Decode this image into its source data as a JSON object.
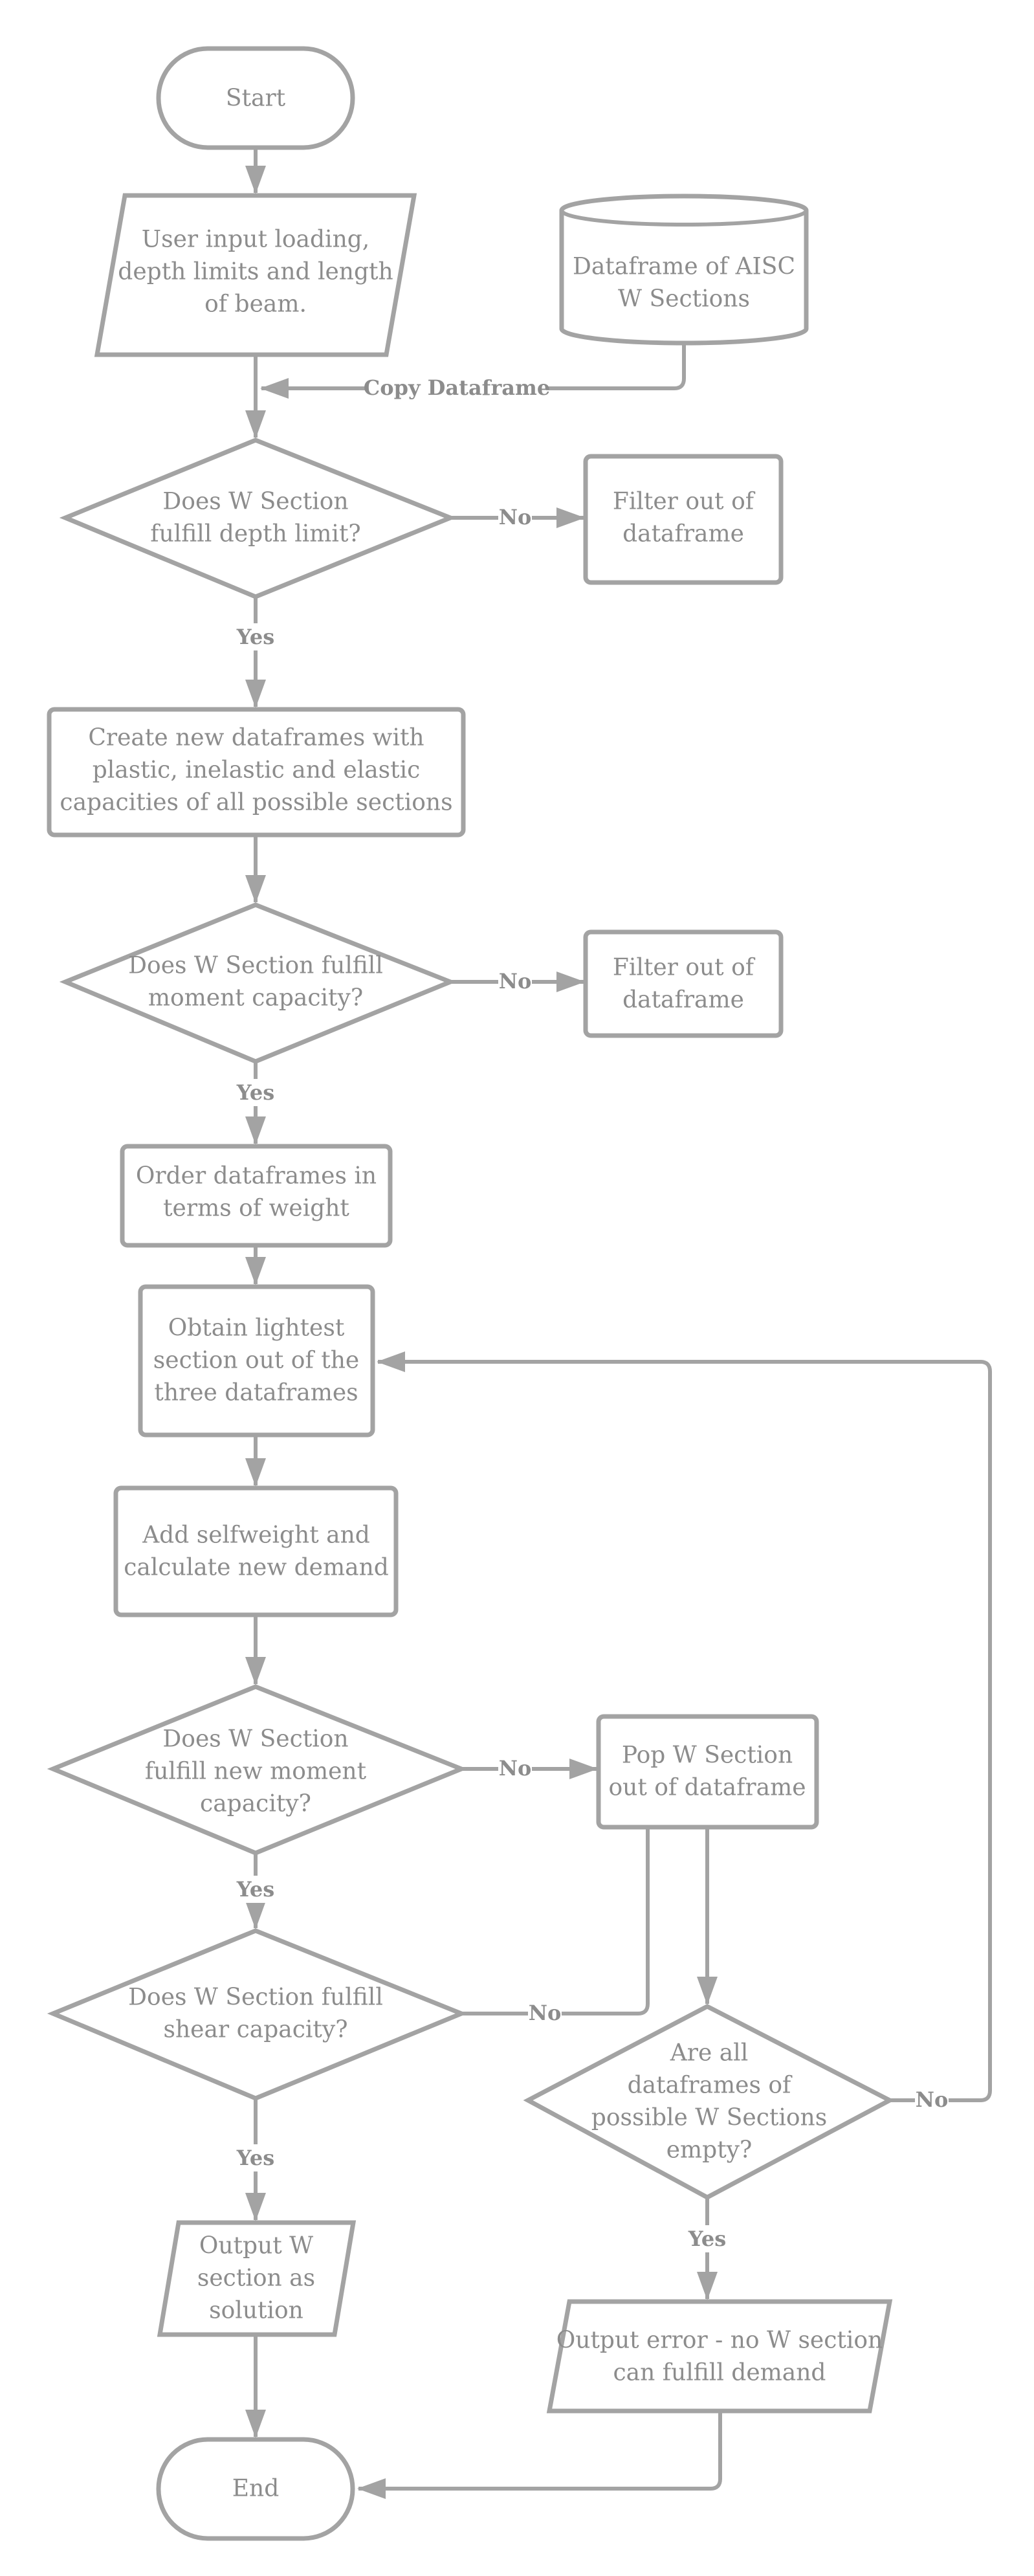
{
  "nodes": {
    "start": [
      "Start"
    ],
    "user_input": [
      "User input loading,",
      "depth limits and length",
      "of beam."
    ],
    "aisc_db": [
      "Dataframe of AISC",
      "W Sections"
    ],
    "depth_decision": [
      "Does W Section",
      "fulfill depth limit?"
    ],
    "filter_depth": [
      "Filter out of",
      "dataframe"
    ],
    "create_dataframes": [
      "Create new dataframes with",
      "plastic, inelastic and elastic",
      "capacities of all possible sections"
    ],
    "moment_decision": [
      "Does W Section fulfill",
      "moment capacity?"
    ],
    "filter_moment": [
      "Filter out of",
      "dataframe"
    ],
    "order_weight": [
      "Order dataframes in",
      "terms of weight"
    ],
    "obtain_lightest": [
      "Obtain lightest",
      "section out of the",
      "three dataframes"
    ],
    "add_selfweight": [
      "Add selfweight and",
      "calculate new demand"
    ],
    "new_moment_decision": [
      "Does W Section",
      "fulfill new moment",
      "capacity?"
    ],
    "pop_section": [
      "Pop W Section",
      "out of dataframe"
    ],
    "shear_decision": [
      "Does W Section fulfill",
      "shear capacity?"
    ],
    "all_empty_decision": [
      "Are all",
      "dataframes of",
      "possible W Sections",
      "empty?"
    ],
    "output_solution": [
      "Output W",
      "section as",
      "solution"
    ],
    "output_error": [
      "Output error - no W section",
      "can fulfill demand"
    ],
    "end": [
      "End"
    ]
  },
  "edge_labels": {
    "copy_dataframe": "Copy Dataframe",
    "depth_no": "No",
    "depth_yes": "Yes",
    "moment_no": "No",
    "moment_yes": "Yes",
    "new_moment_no": "No",
    "new_moment_yes": "Yes",
    "shear_no": "No",
    "shear_yes": "Yes",
    "empty_no": "No",
    "empty_yes": "Yes"
  },
  "colors": {
    "stroke": "#a3a3a3",
    "text": "#8c8c8c",
    "background": "#ffffff"
  }
}
